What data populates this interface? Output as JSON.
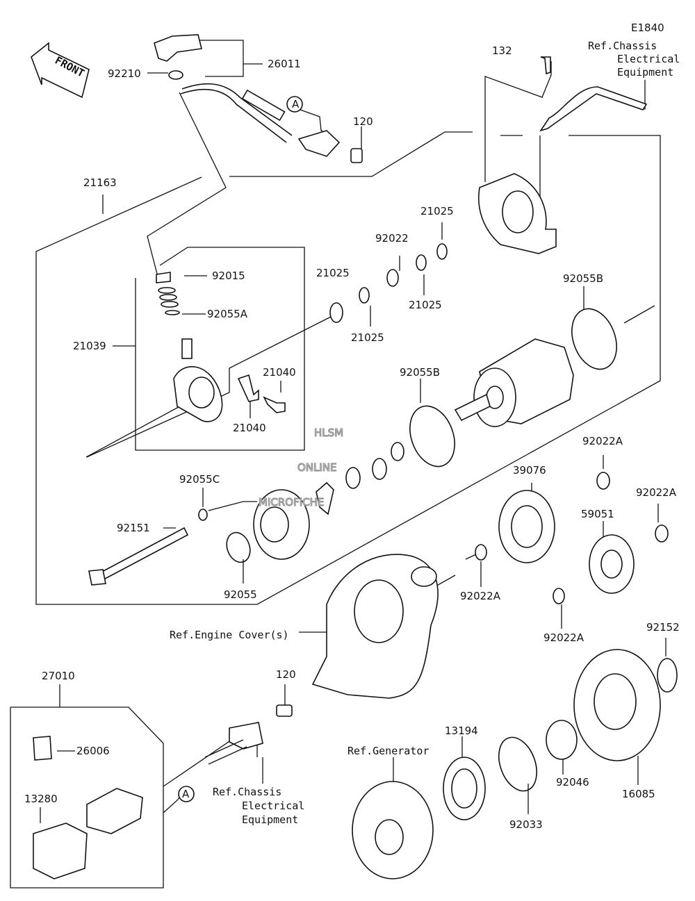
{
  "diagram_code": "E1840",
  "front_label": "FRONT",
  "callout_a": "A",
  "references": {
    "chassis_top": [
      "Ref.Chassis",
      "Electrical",
      "Equipment"
    ],
    "chassis_bottom": [
      "Ref.Chassis",
      "Electrical",
      "Equipment"
    ],
    "engine_cover": "Ref.Engine Cover(s)",
    "generator": "Ref.Generator"
  },
  "parts": {
    "p132": "132",
    "p26011": "26011",
    "p92210": "92210",
    "p120_top": "120",
    "p21163": "21163",
    "p92015": "92015",
    "p92055A": "92055A",
    "p21039": "21039",
    "p21025_a": "21025",
    "p21025_b": "21025",
    "p21025_c": "21025",
    "p21025_d": "21025",
    "p92022": "92022",
    "p92055B_a": "92055B",
    "p92055B_b": "92055B",
    "p21040_a": "21040",
    "p21040_b": "21040",
    "p92022A_a": "92022A",
    "p92022A_b": "92022A",
    "p92022A_c": "92022A",
    "p92022A_d": "92022A",
    "p39076": "39076",
    "p59051": "59051",
    "p92055C": "92055C",
    "p92151": "92151",
    "p92055": "92055",
    "p92152": "92152",
    "p27010": "27010",
    "p120_bottom": "120",
    "p26006": "26006",
    "p13280": "13280",
    "p13194": "13194",
    "p92046": "92046",
    "p16085": "16085",
    "p92033": "92033"
  },
  "watermark": [
    "HLSM",
    "ONLINE",
    "MICROFICHE"
  ]
}
